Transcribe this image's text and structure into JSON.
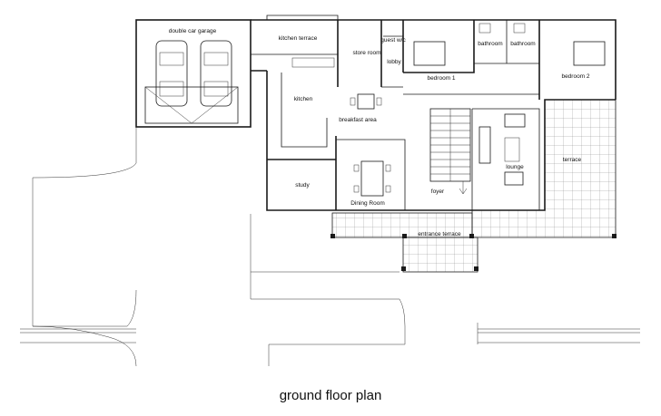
{
  "rooms": {
    "garage": "double car garage",
    "kitchen_terrace": "kitchen terrace",
    "store_room": "store room",
    "guest_wc": "guest w/c",
    "lobby": "lobby",
    "bedroom_1": "bedroom 1",
    "bathroom_1": "bathroom",
    "bathroom_2": "bathroom",
    "bedroom_2": "bedroom 2",
    "kitchen": "kitchen",
    "breakfast_area": "breakfast area",
    "study": "study",
    "dining_room": "Dining Room",
    "foyer": "foyer",
    "lounge": "lounge",
    "terrace": "terrace",
    "entrance_terrace": "entrance terrace"
  },
  "caption": "ground floor plan"
}
